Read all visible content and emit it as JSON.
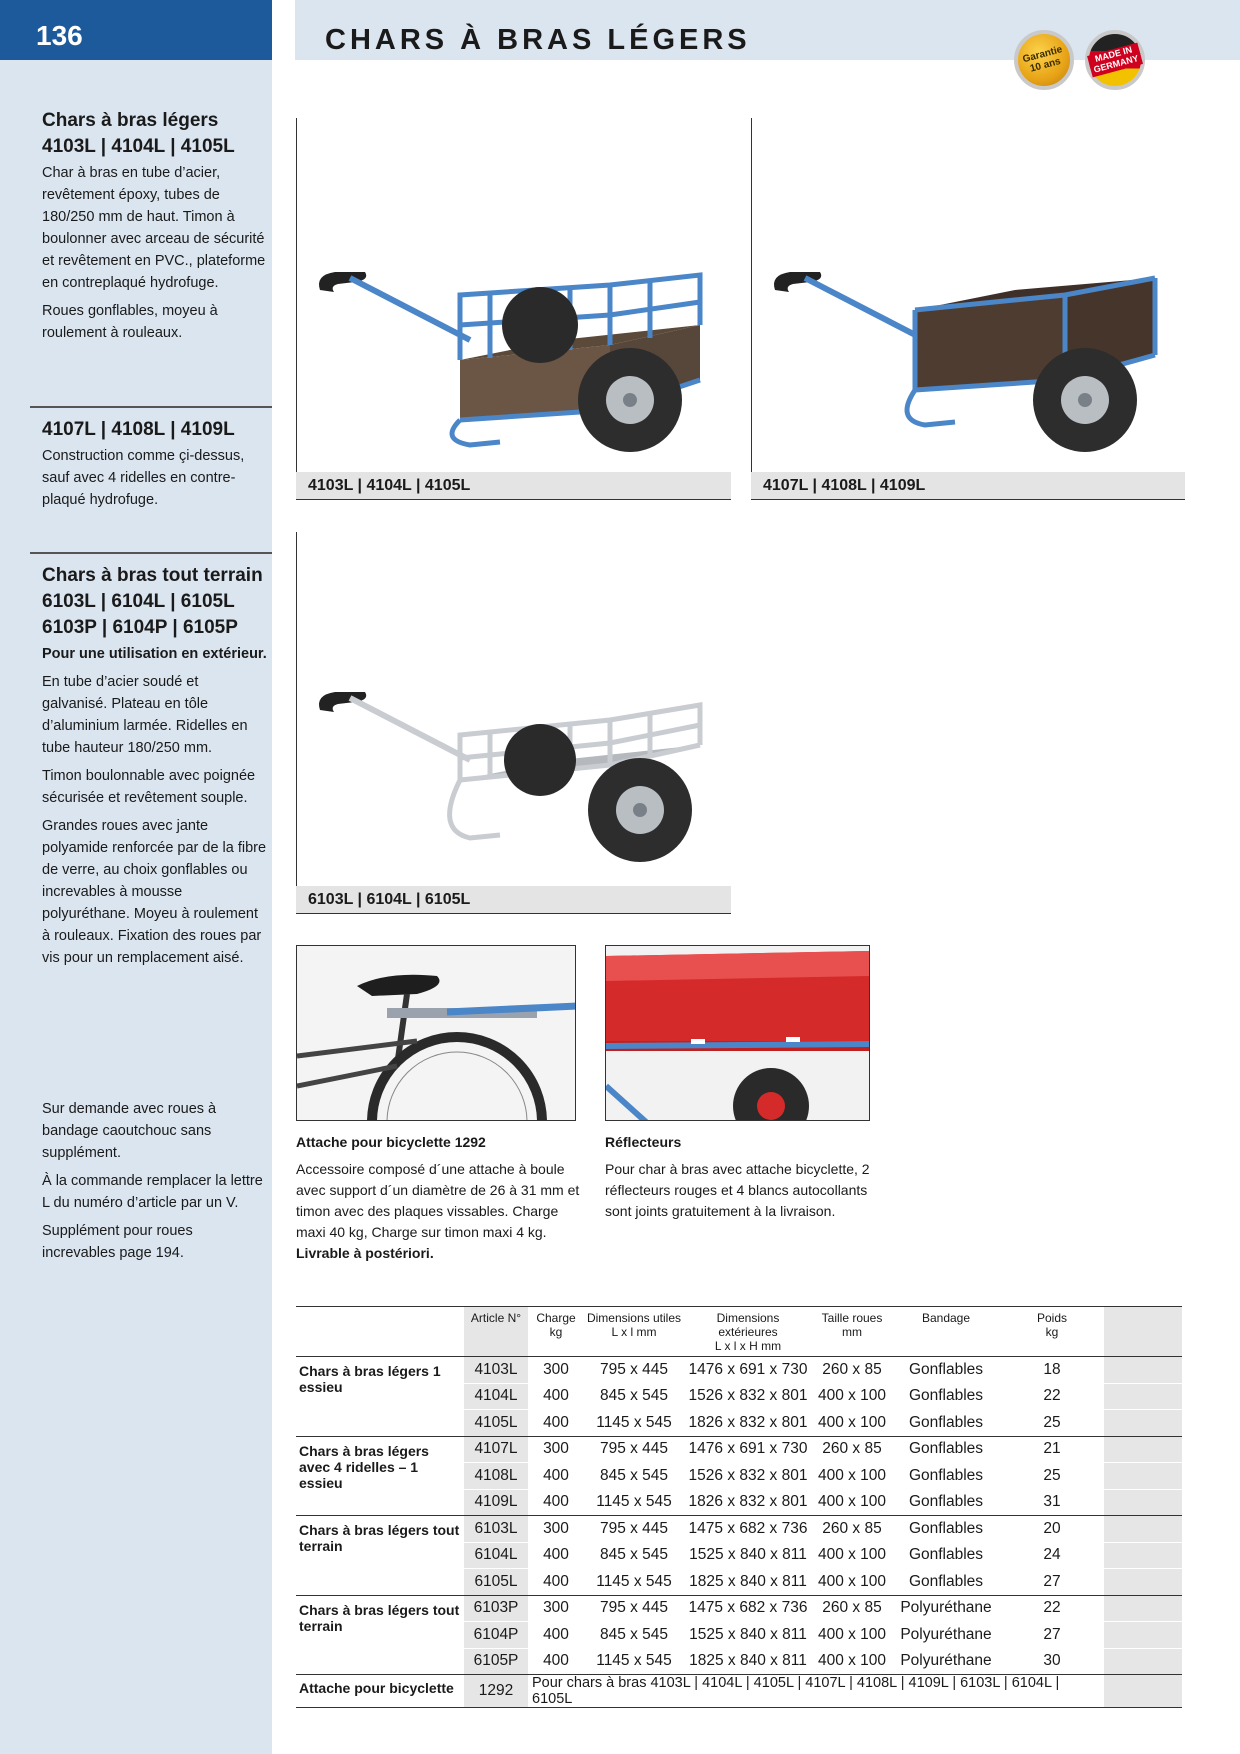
{
  "header": {
    "page_number": "136",
    "title": "CHARS À BRAS LÉGERS",
    "badge_garantie": "Garantie 10 ans",
    "badge_germany": "MADE IN GERMANY"
  },
  "sidebar": {
    "block1": {
      "title_1": "Chars à bras légers",
      "title_2": "4103L | 4104L | 4105L",
      "para_1": "Char à bras en tube d’acier, revêtement époxy, tubes de 180/250 mm de haut. Timon à boulonner avec arceau de sécurité et revêtement en PVC., plateforme en contreplaqué hydrofuge.",
      "para_2": "Roues gonflables, moyeu à roulement à rouleaux."
    },
    "block2": {
      "title": "4107L | 4108L | 4109L",
      "para": "Construction comme çi-dessus, sauf avec 4 ridelles en contre-plaqué hydrofuge."
    },
    "block3": {
      "title_1": "Chars à bras tout terrain",
      "title_2": "6103L | 6104L | 6105L",
      "title_3": "6103P | 6104P | 6105P",
      "lead": "Pour une utilisation en extérieur.",
      "para_1": "En tube d’acier soudé et galvanisé. Plateau en tôle d’aluminium larmée. Ridelles en tube hauteur 180/250  mm.",
      "para_2": "Timon boulonnable avec poignée sécurisée et revêtement souple.",
      "para_3": "Grandes roues avec jante polyamide renforcée par de la fibre de verre, au choix gonflables ou increvables à mousse polyuréthane. Moyeu à roulement à rouleaux. Fixation des roues par vis pour un remplacement aisé."
    },
    "block4": {
      "para_1": "Sur demande avec roues à bandage caoutchouc sans supplément.",
      "para_2": "À la commande remplacer la lettre L du numéro d’article par un V.",
      "para_3": "Supplément pour roues increvables page 194."
    }
  },
  "products": {
    "caption_1": "4103L | 4104L | 4105L",
    "caption_2": "4107L | 4108L | 4109L",
    "caption_3": "6103L | 6104L | 6105L"
  },
  "accessories": {
    "bike": {
      "title": "Attache pour bicyclette 1292",
      "text": "Accessoire composé d´une attache à boule avec support d´un diamètre de 26 à 31 mm et timon avec des plaques vissables. Charge maxi 40 kg, Charge sur timon maxi 4 kg.",
      "bold": "Livrable à postériori."
    },
    "reflect": {
      "title": "Réflecteurs",
      "text": "Pour char à bras avec attache bicyclette, 2 réflecteurs rouges et 4 blancs autocollants sont joints gratuitement à la livraison."
    }
  },
  "table": {
    "headers": {
      "article": "Article N°",
      "charge_1": "Charge",
      "charge_2": "kg",
      "dim_util_1": "Dimensions utiles",
      "dim_util_2": "L x l mm",
      "dim_ext_1": "Dimensions extérieures",
      "dim_ext_2": "L x l x H mm",
      "roues_1": "Taille roues",
      "roues_2": "mm",
      "bandage": "Bandage",
      "poids_1": "Poids",
      "poids_2": "kg"
    },
    "groups": [
      {
        "label": "Chars à bras légers 1 essieu",
        "rows": [
          {
            "art": "4103L",
            "charge": "300",
            "util": "795 x 445",
            "ext": "1476 x 691 x 730",
            "roues": "260 x 85",
            "bandage": "Gonflables",
            "poids": "18"
          },
          {
            "art": "4104L",
            "charge": "400",
            "util": "845 x 545",
            "ext": "1526 x 832 x 801",
            "roues": "400 x 100",
            "bandage": "Gonflables",
            "poids": "22"
          },
          {
            "art": "4105L",
            "charge": "400",
            "util": "1145 x 545",
            "ext": "1826 x 832 x 801",
            "roues": "400 x 100",
            "bandage": "Gonflables",
            "poids": "25"
          }
        ]
      },
      {
        "label": "Chars à bras légers avec 4 ridelles – 1 essieu",
        "rows": [
          {
            "art": "4107L",
            "charge": "300",
            "util": "795 x 445",
            "ext": "1476 x 691 x 730",
            "roues": "260 x 85",
            "bandage": "Gonflables",
            "poids": "21"
          },
          {
            "art": "4108L",
            "charge": "400",
            "util": "845 x 545",
            "ext": "1526 x 832 x 801",
            "roues": "400 x 100",
            "bandage": "Gonflables",
            "poids": "25"
          },
          {
            "art": "4109L",
            "charge": "400",
            "util": "1145 x 545",
            "ext": "1826 x 832 x 801",
            "roues": "400 x 100",
            "bandage": "Gonflables",
            "poids": "31"
          }
        ]
      },
      {
        "label": "Chars à bras légers tout terrain",
        "rows": [
          {
            "art": "6103L",
            "charge": "300",
            "util": "795 x 445",
            "ext": "1475 x 682 x 736",
            "roues": "260 x 85",
            "bandage": "Gonflables",
            "poids": "20"
          },
          {
            "art": "6104L",
            "charge": "400",
            "util": "845 x 545",
            "ext": "1525 x 840 x 811",
            "roues": "400 x 100",
            "bandage": "Gonflables",
            "poids": "24"
          },
          {
            "art": "6105L",
            "charge": "400",
            "util": "1145 x 545",
            "ext": "1825 x 840 x 811",
            "roues": "400 x 100",
            "bandage": "Gonflables",
            "poids": "27"
          }
        ]
      },
      {
        "label": "Chars à bras légers tout terrain",
        "rows": [
          {
            "art": "6103P",
            "charge": "300",
            "util": "795 x 445",
            "ext": "1475 x 682 x 736",
            "roues": "260 x 85",
            "bandage": "Polyuréthane",
            "poids": "22"
          },
          {
            "art": "6104P",
            "charge": "400",
            "util": "845 x 545",
            "ext": "1525 x 840 x 811",
            "roues": "400 x 100",
            "bandage": "Polyuréthane",
            "poids": "27"
          },
          {
            "art": "6105P",
            "charge": "400",
            "util": "1145 x 545",
            "ext": "1825 x 840 x 811",
            "roues": "400 x 100",
            "bandage": "Polyuréthane",
            "poids": "30"
          }
        ]
      }
    ],
    "footer": {
      "label": "Attache pour bicyclette",
      "art": "1292",
      "note": "Pour chars à bras 4103L | 4104L | 4105L | 4107L | 4108L | 4109L | 6103L | 6104L | 6105L"
    }
  },
  "colors": {
    "accent_blue": "#1d5a9c",
    "sidebar_bg": "#dbe5ef",
    "cart_blue": "#4a86c8",
    "tray_red": "#d42a2a"
  }
}
